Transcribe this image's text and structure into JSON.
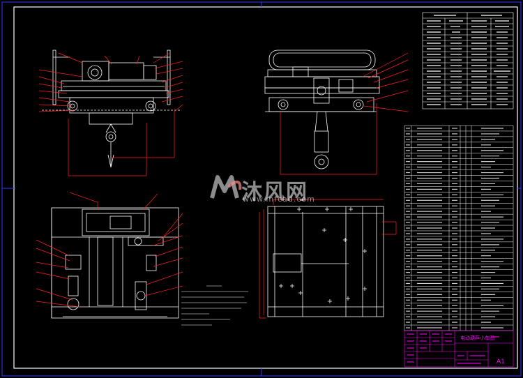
{
  "watermark": {
    "text": "沐风网",
    "url": "www.mfcad.com"
  },
  "title_block": {
    "drawing_name": "电动葫芦小车图",
    "sheet_size": "A1"
  },
  "colors": {
    "background": "#000000",
    "frame": "#ffffff",
    "drawing": "#ffffff",
    "leader": "#ff0000",
    "title": "#ff00ff"
  }
}
